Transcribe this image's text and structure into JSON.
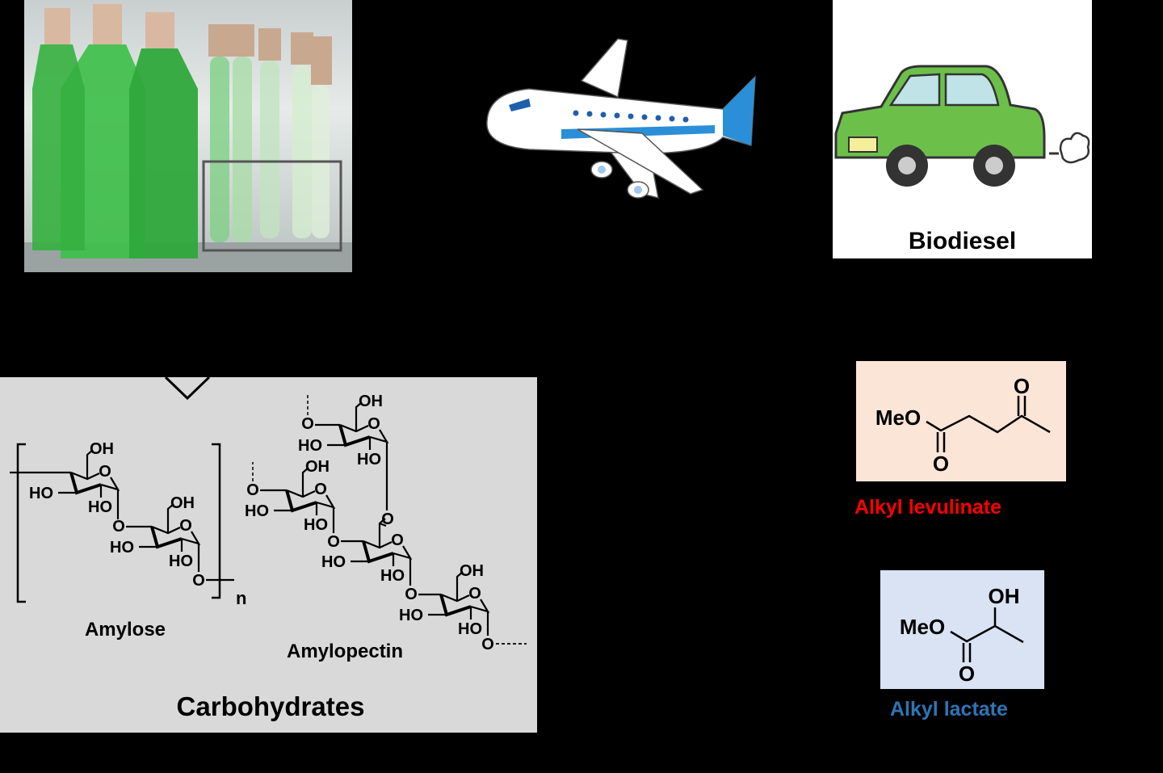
{
  "biodiesel_label": "Biodiesel",
  "carbohydrates": {
    "title": "Carbohydrates",
    "amylose_label": "Amylose",
    "amylopectin_label": "Amylopectin",
    "repeat_subscript": "n"
  },
  "atoms": {
    "oh": "OH",
    "ho": "HO",
    "o": "O",
    "meo": "MeO"
  },
  "products": {
    "levulinate_label": "Alkyl levulinate",
    "lactate_label": "Alkyl lactate"
  },
  "colors": {
    "background": "#000000",
    "carb_box": "#d9d9d9",
    "levulinate_box": "#fbe5d6",
    "lactate_box": "#dae3f3",
    "levulinate_text": "#ff0000",
    "lactate_text": "#2e75b6",
    "car": "#6cc04a",
    "plane_accent": "#2a8fd8",
    "algae": "#3fbf4a"
  },
  "icons": [
    "algae-culture-photo",
    "airplane-illustration",
    "car-illustration"
  ]
}
